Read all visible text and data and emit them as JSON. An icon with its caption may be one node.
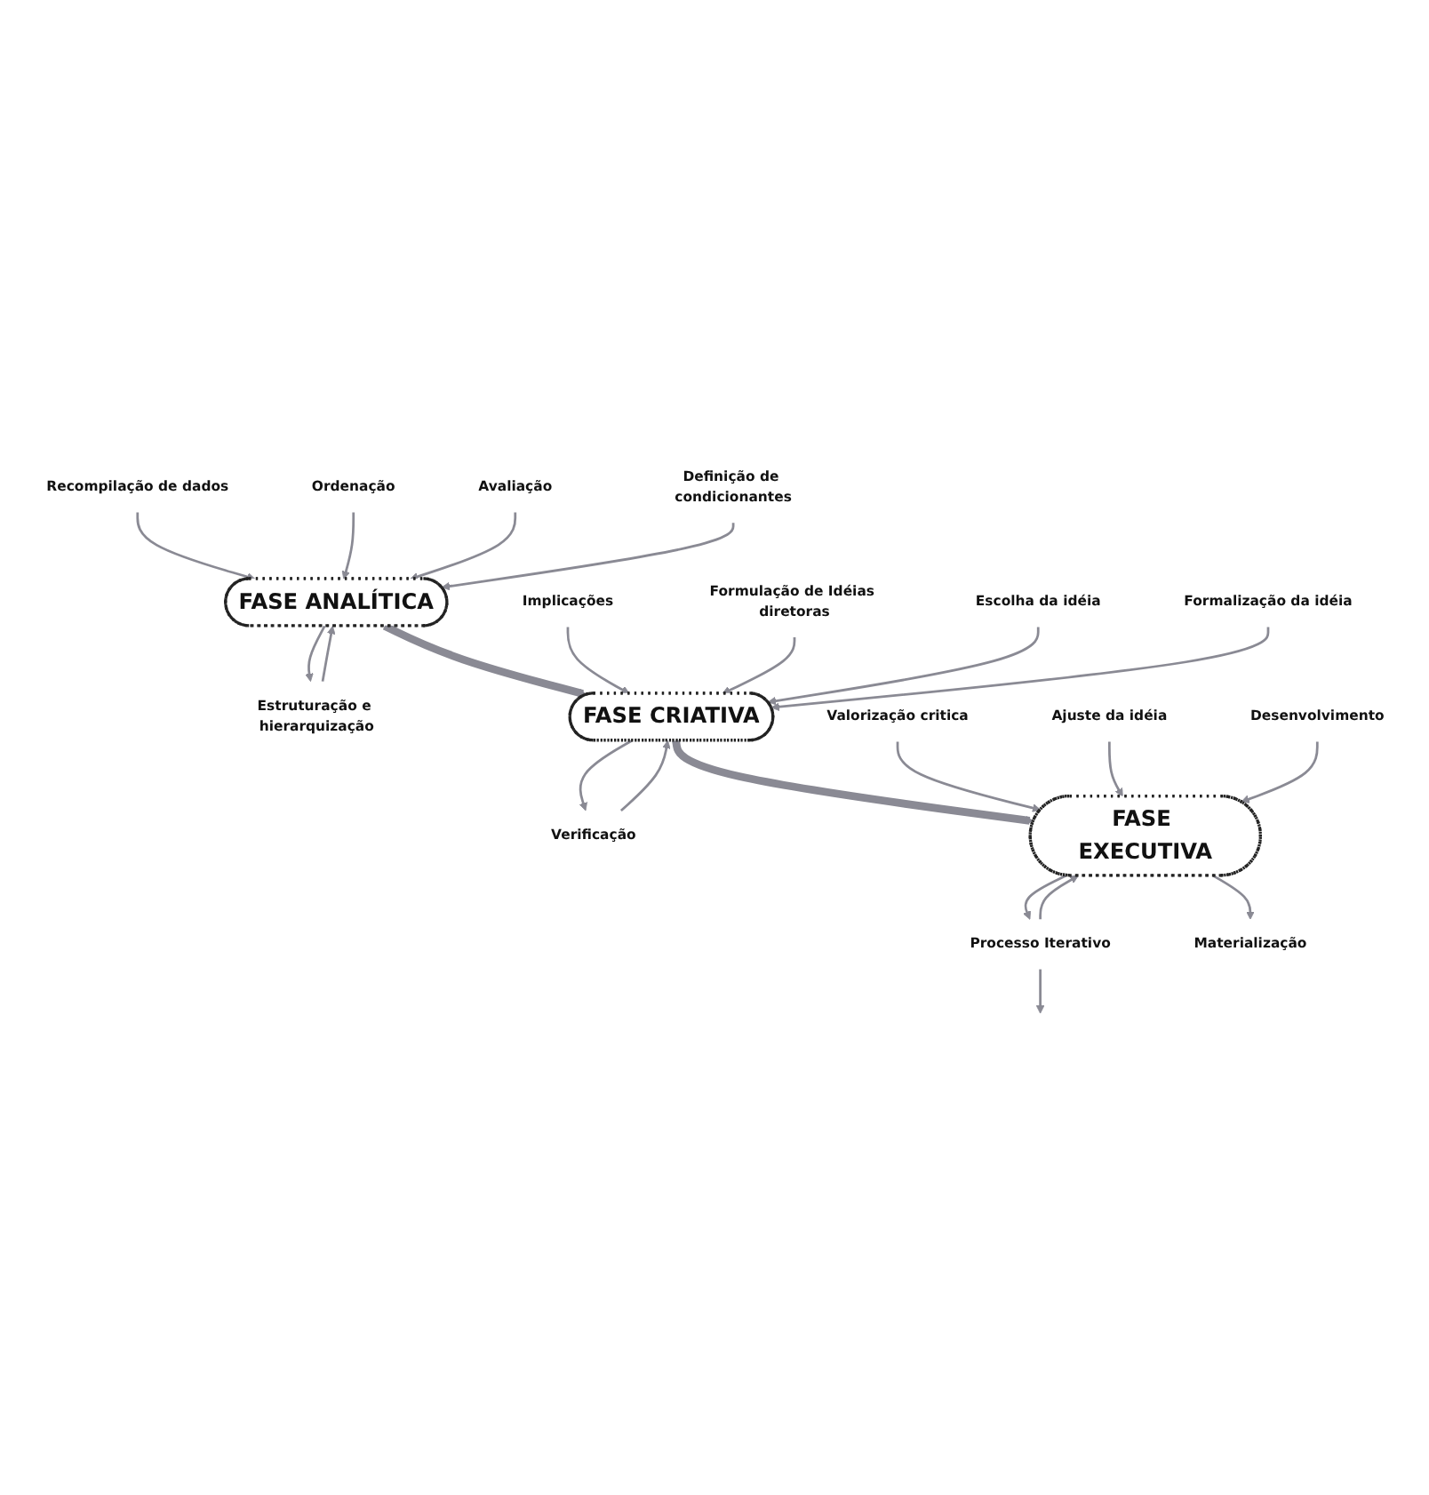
{
  "diagram": {
    "nodes": [
      {
        "text": [
          "Recompilação de dados"
        ]
      },
      {
        "text": [
          "Ordenação"
        ]
      },
      {
        "text": [
          "Avaliação"
        ]
      },
      {
        "text": [
          "FASE ANALÍTICA"
        ]
      },
      {
        "text": [
          "Definição de condicionantes"
        ]
      },
      {
        "text": [
          "Estruturação e hierarquização"
        ]
      },
      {
        "text": [
          "Formulação de Idéias diretoras"
        ]
      },
      {
        "text": [
          "Implicações"
        ]
      },
      {
        "text": [
          "Escolha da idéia"
        ]
      },
      {
        "text": [
          "FASE CRIATIVA"
        ]
      },
      {
        "text": [
          "Formalização da idéia"
        ]
      },
      {
        "text": [
          "Verificação"
        ]
      },
      {
        "text": [
          "Ajuste da idéia"
        ]
      },
      {
        "text": [
          "Valorização critica"
        ]
      },
      {
        "text": [
          "Desenvolvimento"
        ]
      },
      {
        "text": [
          "FASE EXECUTIVA"
        ]
      },
      {
        "text": [
          "Processo Iterativo"
        ]
      },
      {
        "text": [
          "Materialização"
        ]
      }
    ],
    "edges": [
      {
        "from": 0,
        "to": 3,
        "arrow": "to"
      },
      {
        "from": 1,
        "to": 3,
        "arrow": "to"
      },
      {
        "from": 2,
        "to": 3,
        "arrow": "to"
      },
      {
        "from": 4,
        "to": 3,
        "arrow": "to"
      },
      {
        "from": 3,
        "to": 5,
        "arrow": "to"
      },
      {
        "from": 5,
        "to": 3,
        "arrow": "to"
      },
      {
        "from": 3,
        "to": 9,
        "arrow": "to",
        "style": "thick"
      },
      {
        "from": 7,
        "to": 9,
        "arrow": "to"
      },
      {
        "from": 6,
        "to": 9,
        "arrow": "to"
      },
      {
        "from": 8,
        "to": 9,
        "arrow": "to"
      },
      {
        "from": 10,
        "to": 9,
        "arrow": "to"
      },
      {
        "from": 9,
        "to": 11,
        "arrow": "to"
      },
      {
        "from": 11,
        "to": 9,
        "arrow": "to"
      },
      {
        "from": 9,
        "to": 15,
        "arrow": "to",
        "style": "thick"
      },
      {
        "from": 13,
        "to": 15,
        "arrow": "to"
      },
      {
        "from": 12,
        "to": 15,
        "arrow": "to"
      },
      {
        "from": 14,
        "to": 15,
        "arrow": "to"
      },
      {
        "from": 16,
        "to": 15,
        "arrow": "to"
      },
      {
        "from": 15,
        "to": 16,
        "arrow": "to"
      },
      {
        "from": 16,
        "to": null,
        "arrow": "to"
      },
      {
        "from": 15,
        "to": 17,
        "arrow": "to"
      }
    ]
  }
}
